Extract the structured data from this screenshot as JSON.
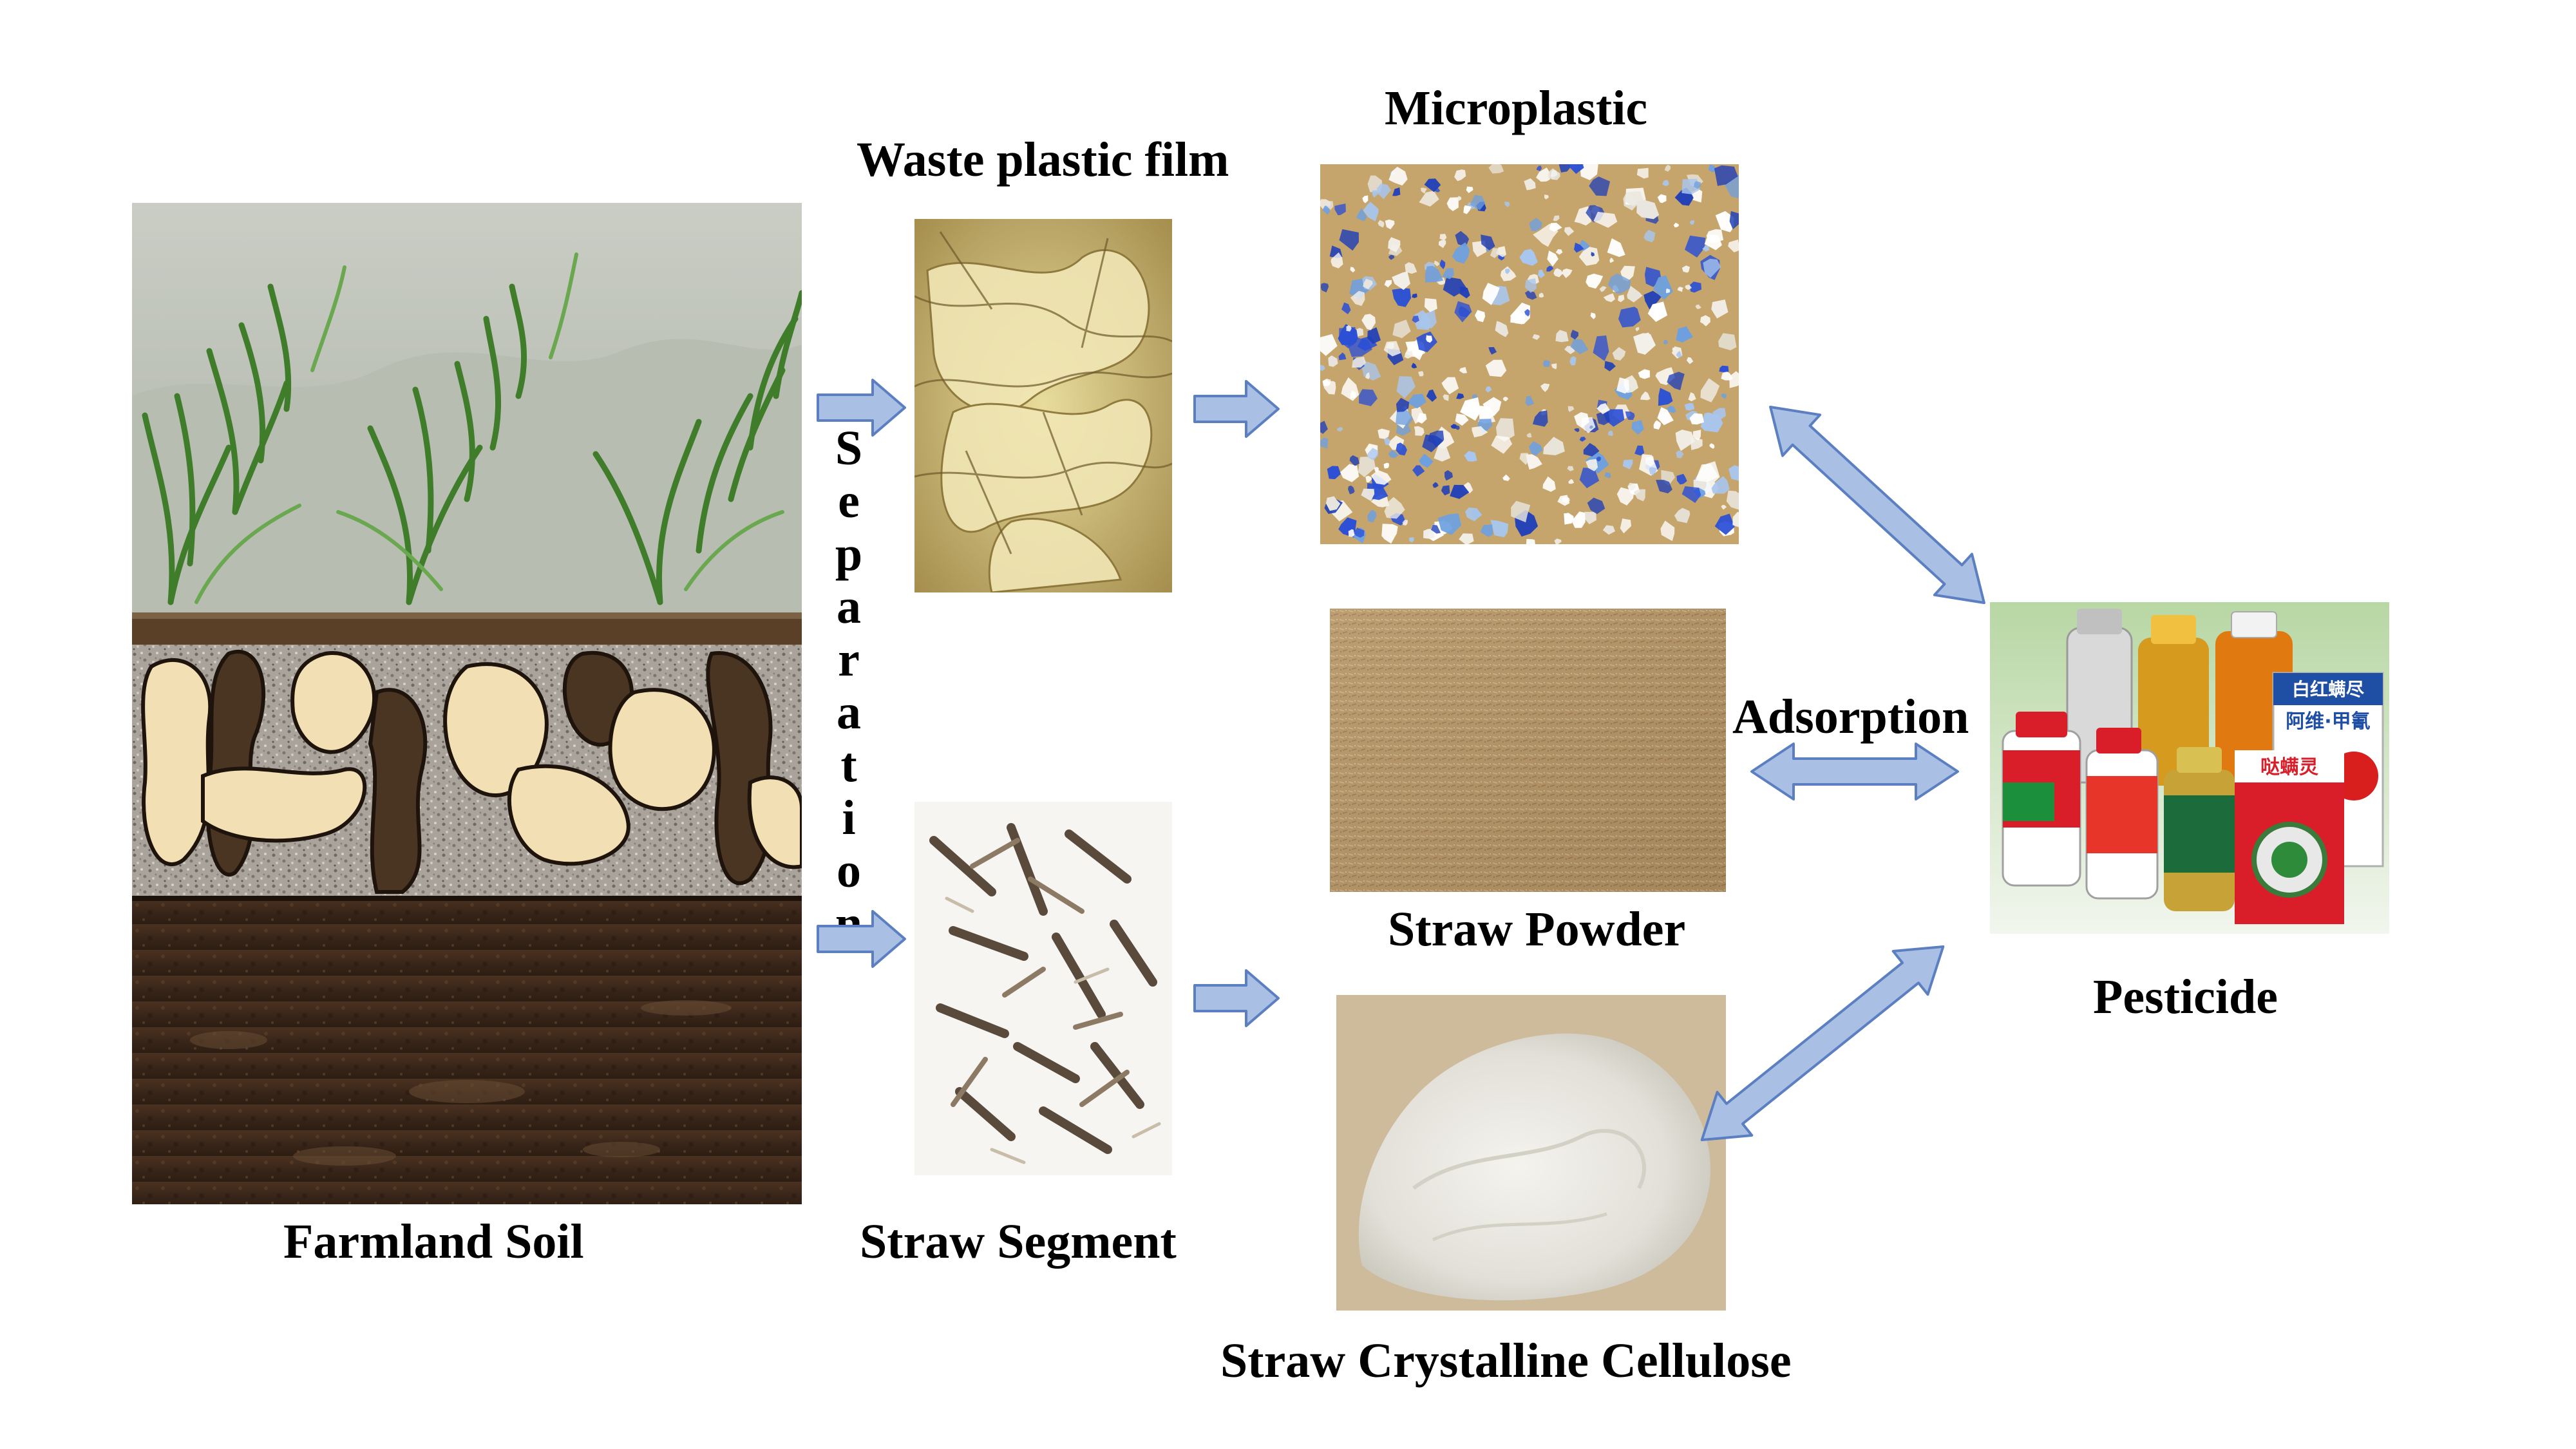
{
  "labels": {
    "farmland_soil": "Farmland Soil",
    "separation": "Separation",
    "waste_plastic_film": "Waste plastic film",
    "straw_segment": "Straw Segment",
    "microplastic": "Microplastic",
    "straw_powder": "Straw Powder",
    "straw_crystalline_cellulose": "Straw Crystalline Cellulose",
    "adsorption": "Adsorption",
    "pesticide": "Pesticide"
  },
  "pesticide_package_text": {
    "box_title": "白红螨尽",
    "box_subtitle": "阿维·甲氰",
    "bottle_label": "哒螨灵"
  },
  "colors": {
    "arrow_fill": "#a9bfe3",
    "arrow_stroke": "#5b7fc0",
    "soil_dark": "#3d2818",
    "soil_light": "#f2dfb4",
    "plastic_blue": "#2a4fd6"
  }
}
